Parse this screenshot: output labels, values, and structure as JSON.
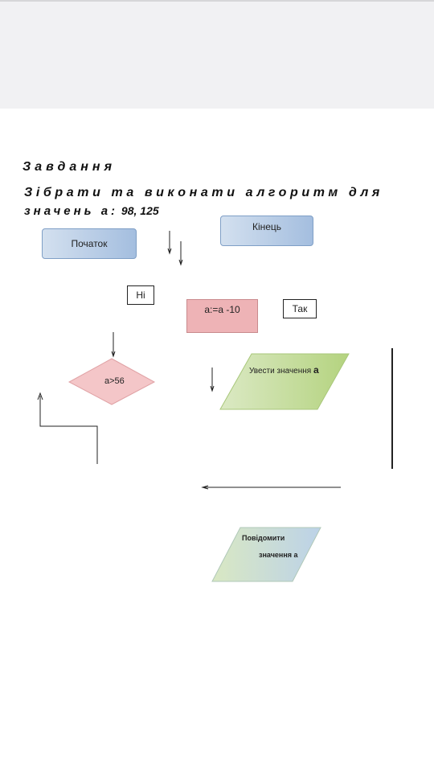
{
  "heading": "Завдання",
  "task": {
    "line1": "Зібрати та виконати алгоритм для",
    "line2_prefix": "значень а:",
    "line2_values": " 98, 125"
  },
  "blocks": {
    "start": "Початок",
    "end": "Кінець",
    "no_label": "Ні",
    "yes_label": "Так",
    "process": "а:=а -10",
    "condition": "а>56",
    "input_prefix": "Увести значення",
    "input_var": "а",
    "output_line1": "Повідомити",
    "output_line2": "значення а"
  },
  "colors": {
    "terminal_fill": "#a4bedf",
    "process_fill": "#eeb3b6",
    "condition_fill": "#f4c6c8",
    "input_fill": "#c5dc9c",
    "output_fill": "#c9dcc4"
  }
}
